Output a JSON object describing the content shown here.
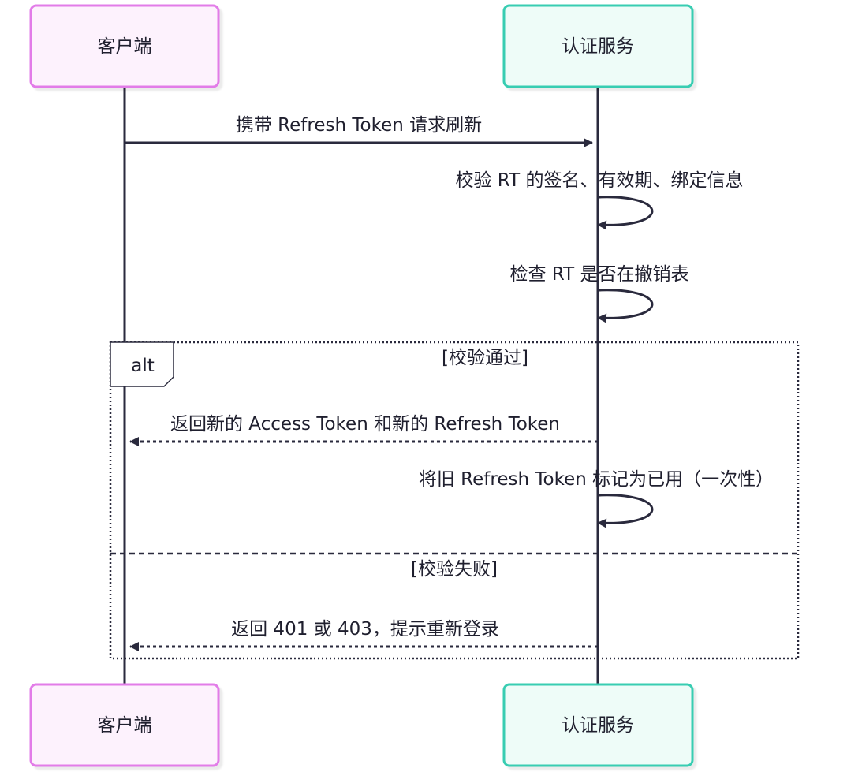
{
  "participants": [
    {
      "id": "client",
      "label": "客户端",
      "fill": "#fdf2fd",
      "stroke": "#e27be8"
    },
    {
      "id": "auth",
      "label": "认证服务",
      "fill": "#eefcf8",
      "stroke": "#38cdb2"
    }
  ],
  "messages": [
    {
      "text": "携带 Refresh Token 请求刷新",
      "from": "client",
      "to": "auth",
      "style": "solid"
    },
    {
      "text": "校验 RT 的签名、有效期、绑定信息",
      "from": "auth",
      "to": "auth",
      "style": "self"
    },
    {
      "text": "检查 RT 是否在撤销表",
      "from": "auth",
      "to": "auth",
      "style": "self"
    },
    {
      "text": "返回新的 Access Token 和新的 Refresh Token",
      "from": "auth",
      "to": "client",
      "style": "dashed"
    },
    {
      "text": "将旧 Refresh Token 标记为已用（一次性）",
      "from": "auth",
      "to": "auth",
      "style": "self"
    },
    {
      "text": "返回 401 或 403，提示重新登录",
      "from": "auth",
      "to": "client",
      "style": "dashed"
    }
  ],
  "alt_frame": {
    "keyword": "alt",
    "branch_success": "[校验通过]",
    "branch_failure": "[校验失败]"
  },
  "colors": {
    "line": "#2a2a3d",
    "text": "#1f1f2e"
  }
}
